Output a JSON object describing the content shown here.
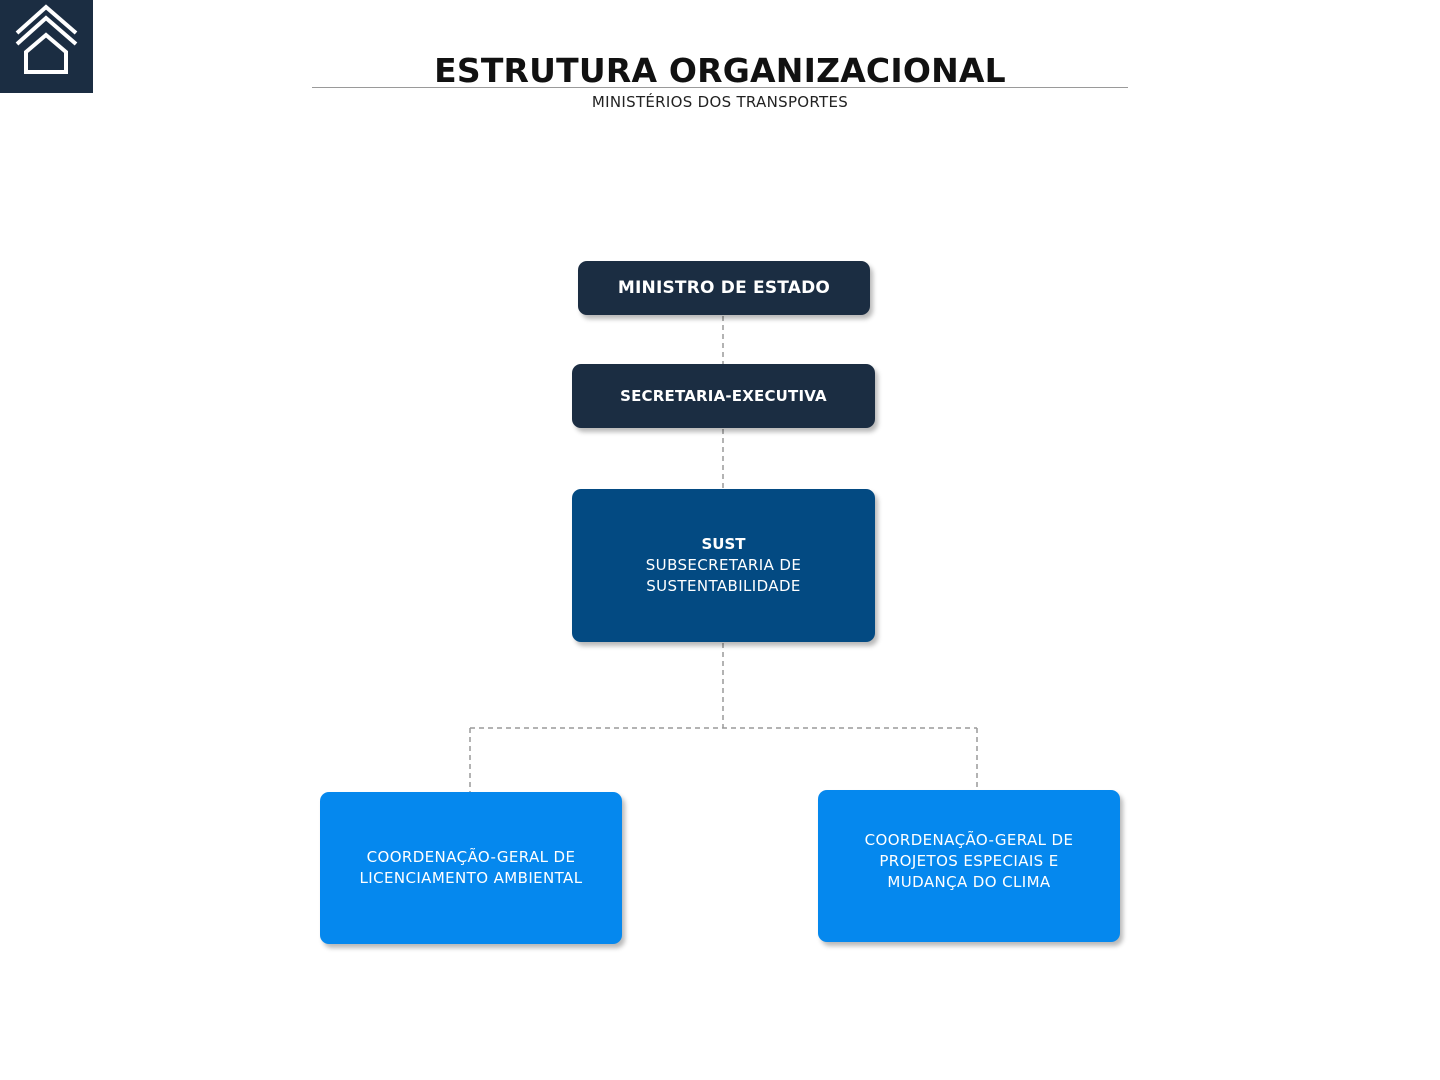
{
  "header": {
    "title": "ESTRUTURA ORGANIZACIONAL",
    "subtitle": "MINISTÉRIOS DOS TRANSPORTES"
  },
  "logo": {
    "icon": "house-chevron-icon"
  },
  "org": {
    "minister": {
      "label": "MINISTRO DE ESTADO"
    },
    "executive": {
      "label": "SECRETARIA-EXECUTIVA"
    },
    "sust": {
      "acronym": "SUST",
      "lines": [
        "SUBSECRETARIA DE",
        "SUSTENTABILIDADE"
      ]
    },
    "licensing": {
      "lines": [
        "COORDENAÇÃO-GERAL DE",
        "LICENCIAMENTO AMBIENTAL"
      ]
    },
    "climate": {
      "lines": [
        "COORDENAÇÃO-GERAL DE",
        "PROJETOS ESPECIAIS E",
        "MUDANÇA DO CLIMA"
      ]
    }
  },
  "colors": {
    "brand_dark": "#1b2d42",
    "brand_mid": "#034a82",
    "brand_light": "#0588ee",
    "connector": "#9a9a9a"
  }
}
